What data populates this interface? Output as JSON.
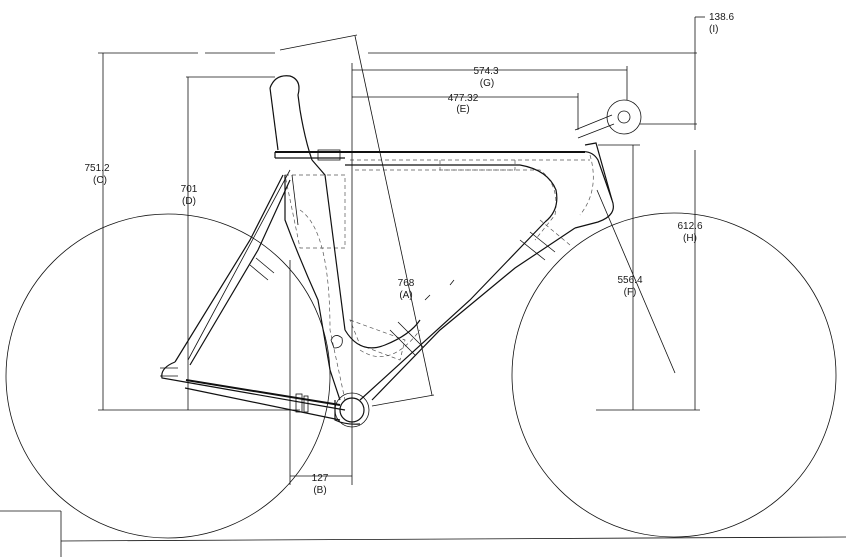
{
  "dimensions": {
    "A": {
      "value": "768",
      "letter": "(A)"
    },
    "B": {
      "value": "127",
      "letter": "(B)"
    },
    "C": {
      "value": "751.2",
      "letter": "(C)"
    },
    "D": {
      "value": "701",
      "letter": "(D)"
    },
    "E": {
      "value": "477.32",
      "letter": "(E)"
    },
    "F": {
      "value": "556.4",
      "letter": "(F)"
    },
    "G": {
      "value": "574.3",
      "letter": "(G)"
    },
    "H": {
      "value": "612.6",
      "letter": "(H)"
    },
    "I": {
      "value": "138.6",
      "letter": "(I)"
    }
  },
  "colors": {
    "line": "#111111",
    "hidden_line": "#555555",
    "background": "#ffffff"
  }
}
